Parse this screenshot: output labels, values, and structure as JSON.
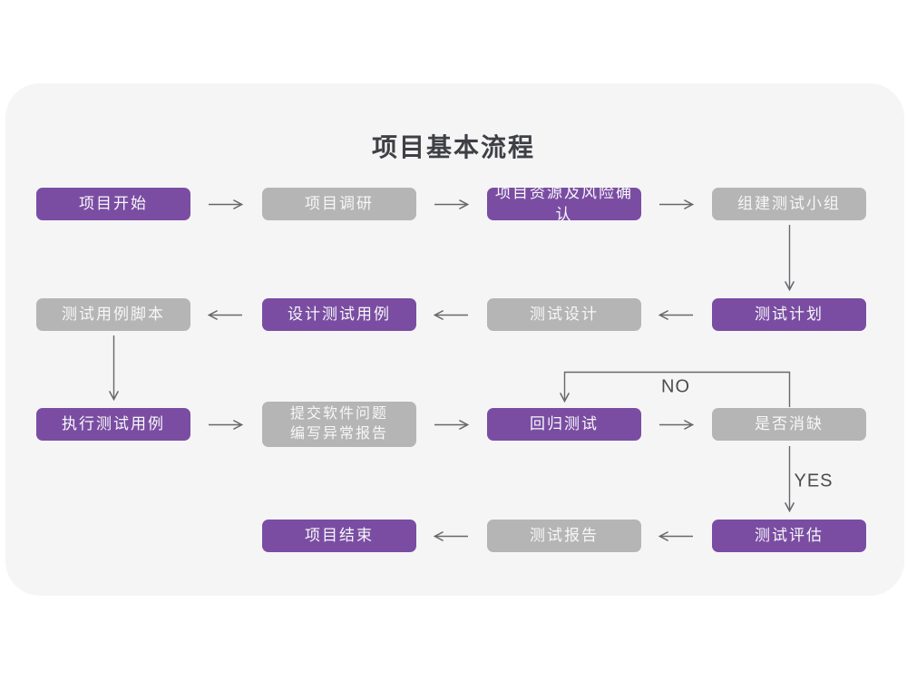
{
  "title": "项目基本流程",
  "colors": {
    "purple": "#7a4da3",
    "gray": "#b5b5b5",
    "card_bg": "#f5f5f6",
    "arrow": "#67686b",
    "label": "#4b4c4e",
    "title": "#3f4045",
    "node_text": "#f7f7f8"
  },
  "nodes": [
    {
      "label": "项目开始",
      "variant": "purple"
    },
    {
      "label": "项目调研",
      "variant": "gray"
    },
    {
      "label": "项目资源及风险确认",
      "variant": "purple"
    },
    {
      "label": "组建测试小组",
      "variant": "gray"
    },
    {
      "label": "测试计划",
      "variant": "purple"
    },
    {
      "label": "测试设计",
      "variant": "gray"
    },
    {
      "label": "设计测试用例",
      "variant": "purple"
    },
    {
      "label": "测试用例脚本",
      "variant": "gray"
    },
    {
      "label": "执行测试用例",
      "variant": "purple"
    },
    {
      "label": "提交软件问题\n编写异常报告",
      "variant": "gray"
    },
    {
      "label": "回归测试",
      "variant": "purple"
    },
    {
      "label": "是否消缺",
      "variant": "gray"
    },
    {
      "label": "测试评估",
      "variant": "purple"
    },
    {
      "label": "测试报告",
      "variant": "gray"
    },
    {
      "label": "项目结束",
      "variant": "purple"
    }
  ],
  "edge_labels": {
    "no": "NO",
    "yes": "YES"
  }
}
